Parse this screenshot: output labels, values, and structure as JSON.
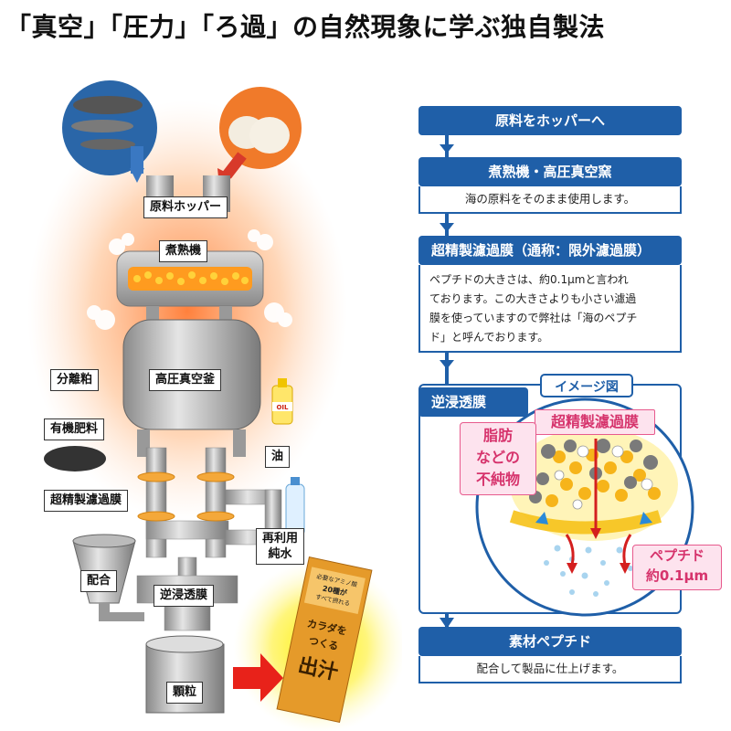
{
  "title": "「真空」「圧力」「ろ過」の自然現象に学ぶ独自製法",
  "left_diagram": {
    "labels": {
      "hopper": "原料ホッパー",
      "cooker": "煮熟機",
      "vacuum_pot": "高圧真空釜",
      "separated_lees": "分離粕",
      "organic_fertilizer": "有機肥料",
      "oil": "油",
      "ultra_filtration": "超精製濾過膜",
      "recycled_water_line1": "再利用",
      "recycled_water_line2": "純水",
      "blend": "配合",
      "reverse_osmosis": "逆浸透膜",
      "granule": "顆粒"
    },
    "oil_bottle_text": "OIL",
    "product": {
      "top_text_line1": "必要なアミノ酸",
      "top_text_line2": "20種が",
      "top_text_line3": "すべて摂れる",
      "big_text_line1": "カラダを",
      "big_text_line2": "つくる",
      "big_text_line3": "出汁"
    }
  },
  "right_flow": {
    "steps": [
      {
        "title": "原料をホッパーへ"
      },
      {
        "title": "煮熟機・高圧真空窯",
        "body": "海の原料をそのまま使用します。"
      },
      {
        "title": "超精製濾過膜（通称：限外濾過膜）",
        "body_lines": [
          "ペプチドの大きさは、約0.1μmと言われ",
          "ております。この大きさよりも小さい濾過",
          "膜を使っていますので弊社は「海のペプチ",
          "ド」と呼んでおります。"
        ]
      },
      {
        "title": "逆浸透膜"
      },
      {
        "title": "素材ペプチド",
        "body": "配合して製品に仕上げます。"
      }
    ],
    "image_panel": {
      "header": "イメージ図",
      "membrane_label": "超精製濾過膜",
      "fat_label_lines": [
        "脂肪",
        "などの",
        "不純物"
      ],
      "peptide_label_lines": [
        "ペプチド",
        "約0.1μm"
      ]
    }
  },
  "colors": {
    "flow_blue": "#1f5fa8",
    "pink": "#e75a8d",
    "orange_glow": "#ff8a3c",
    "yellow_glow": "#fff200"
  }
}
